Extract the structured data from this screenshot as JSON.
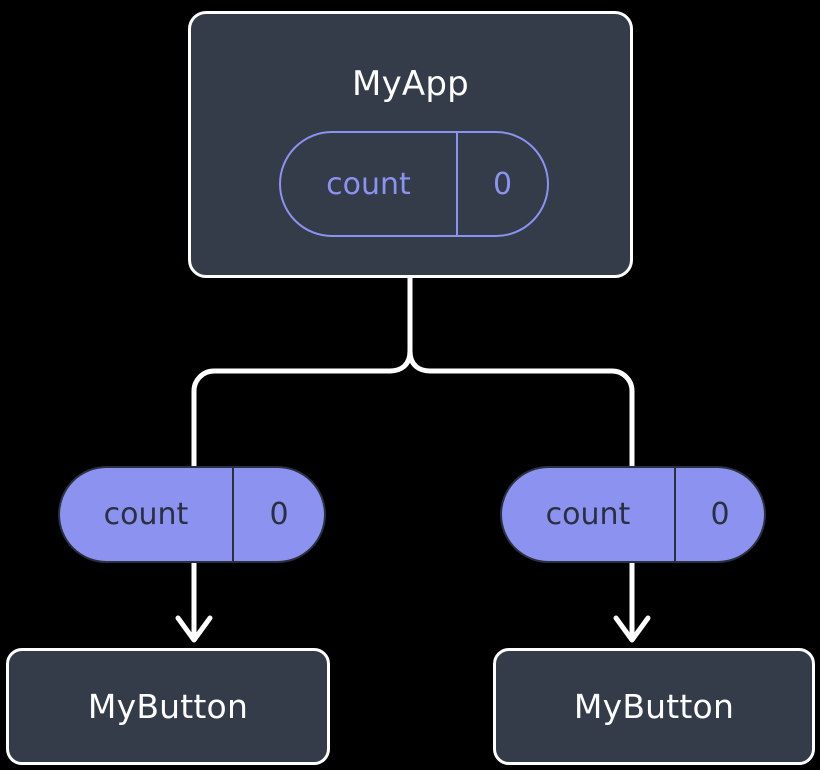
{
  "diagram": {
    "type": "component-state-tree",
    "background_color": "#000000",
    "accent_color": "#8b92f0",
    "box_fill_color": "#343b49",
    "edge_color": "#ffffff",
    "nodes": {
      "root": {
        "label": "MyApp",
        "state": {
          "key": "count",
          "value": "0"
        }
      },
      "left_state": {
        "key": "count",
        "value": "0"
      },
      "right_state": {
        "key": "count",
        "value": "0"
      },
      "left_child": {
        "label": "MyButton"
      },
      "right_child": {
        "label": "MyButton"
      }
    }
  }
}
